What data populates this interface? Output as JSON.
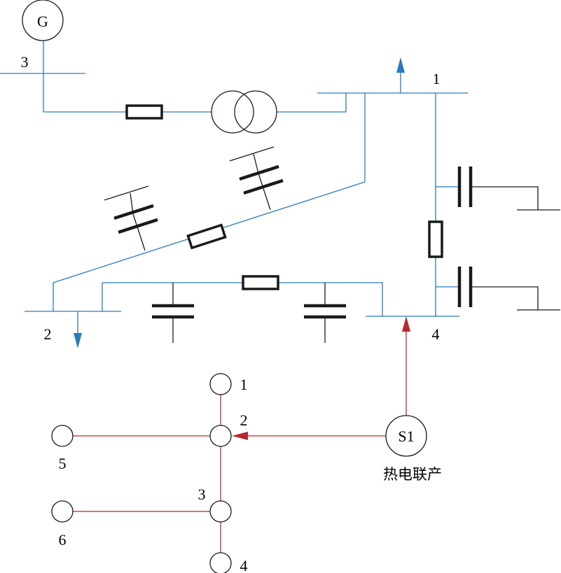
{
  "colors": {
    "power_line": "#2b7bb9",
    "heat_line": "#b8282e",
    "equipment": "#1a1a1a",
    "text": "#000000"
  },
  "power_network": {
    "generator_label": "G",
    "bus_labels": {
      "bus1": "1",
      "bus2": "2",
      "bus3": "3",
      "bus4": "4"
    }
  },
  "heat_network": {
    "source_label": "S1",
    "source_caption": "热电联产",
    "node_labels": {
      "n1": "1",
      "n2": "2",
      "n3": "3",
      "n4": "4",
      "n5": "5",
      "n6": "6"
    }
  }
}
